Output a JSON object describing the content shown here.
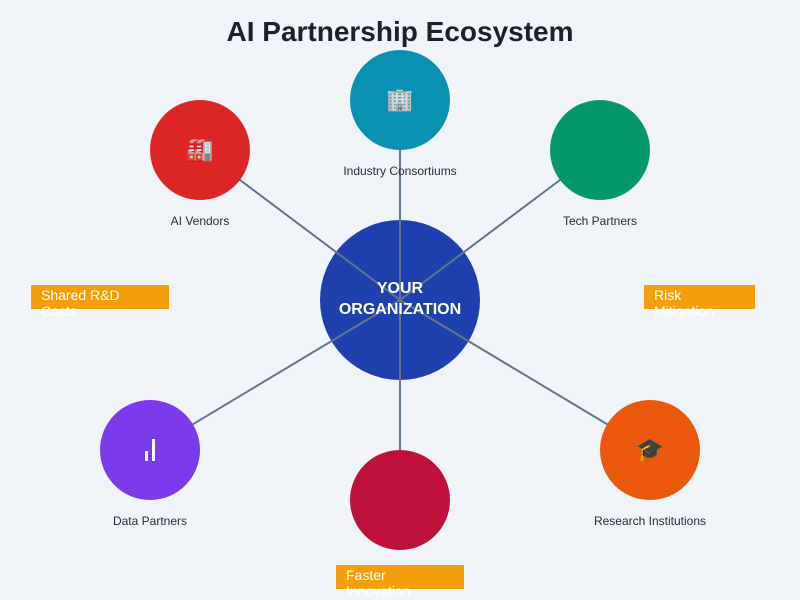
{
  "title": "AI Partnership Ecosystem",
  "center": {
    "line1": "YOUR",
    "line2": "ORGANIZATION",
    "color": "#1e40af"
  },
  "partners": [
    {
      "label": "AI Vendors",
      "icon": "factory-icon",
      "color": "#dc2626"
    },
    {
      "label": "Industry Consortiums",
      "icon": "office-building-icon",
      "color": "#0891b2"
    },
    {
      "label": "Tech Partners",
      "icon": "",
      "color": "#059669"
    },
    {
      "label": "Data Partners",
      "icon": "bar-chart-icon",
      "color": "#7c3aed"
    },
    {
      "label": "",
      "icon": "",
      "color": "#be123c"
    },
    {
      "label": "Research Institutions",
      "icon": "graduation-cap-icon",
      "color": "#ea580c"
    }
  ],
  "benefits": [
    "Shared R&D Costs",
    "Risk Mitigation",
    "Faster Innovation"
  ]
}
